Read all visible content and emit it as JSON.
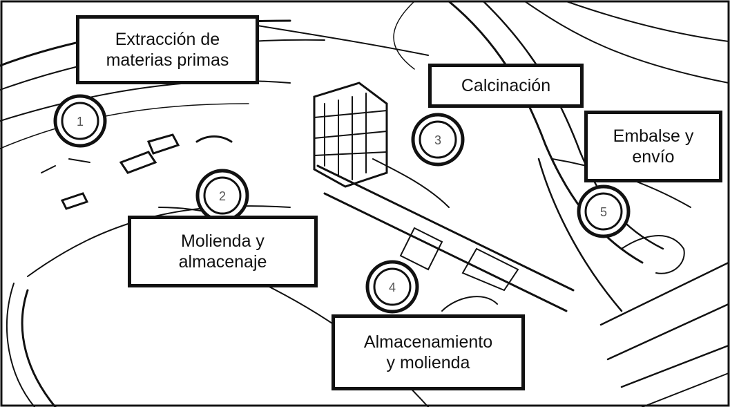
{
  "labels": {
    "extraction": "Extracción de\nmaterias primas",
    "calcination": "Calcinación",
    "packing": "Embalse y\nenvío",
    "grinding": "Molienda y\nalmacenaje",
    "storage": "Almacenamiento\ny molienda"
  },
  "markers": {
    "extraction": "1",
    "grinding": "2",
    "calcination": "3",
    "storage": "4",
    "packing": "5"
  },
  "colors": {
    "ink": "#111111",
    "paper": "#ffffff",
    "shade": "#555555"
  }
}
